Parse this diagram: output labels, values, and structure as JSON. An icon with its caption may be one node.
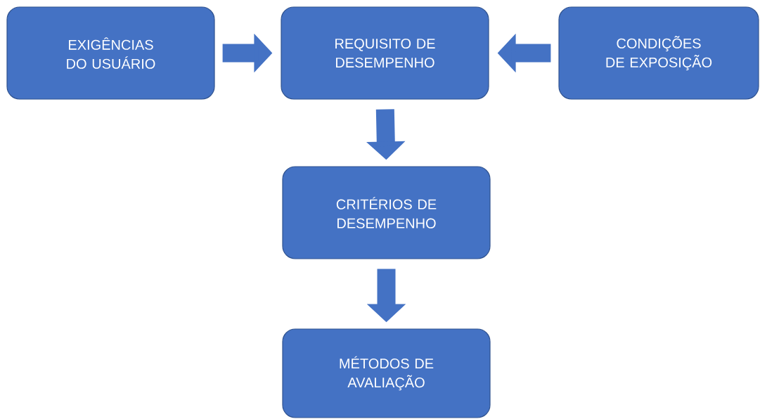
{
  "diagram": {
    "nodes": [
      {
        "text": [
          "EXIGÊNCIAS DO USUÁRIO"
        ]
      },
      {
        "text": [
          "REQUISITO DE DESEMPENHO"
        ]
      },
      {
        "text": [
          "CONDIÇÕES DE EXPOSIÇÃO"
        ]
      },
      {
        "text": [
          "CRITÉRIOS DE DESEMPENHO"
        ]
      },
      {
        "text": [
          "MÉTODOS DE AVALIAÇÃO"
        ]
      }
    ],
    "edges": [
      {
        "from": 0,
        "to": 1,
        "arrow": "to"
      },
      {
        "from": 2,
        "to": 1,
        "arrow": "to"
      },
      {
        "from": 1,
        "to": 3,
        "arrow": "to"
      },
      {
        "from": 3,
        "to": 4,
        "arrow": "to"
      }
    ]
  }
}
